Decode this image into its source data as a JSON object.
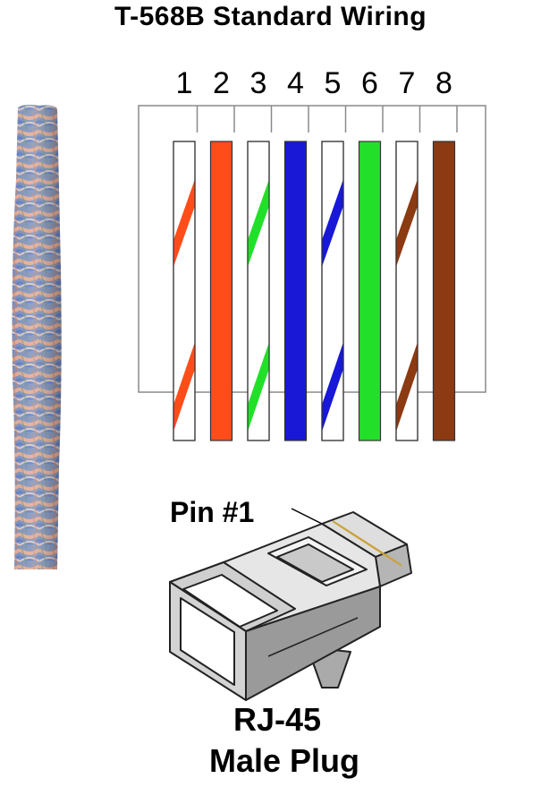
{
  "title": "T-568B Standard Wiring",
  "pins": [
    {
      "number": "1",
      "color": "#ff4d1a",
      "striped": true
    },
    {
      "number": "2",
      "color": "#ff4d1a",
      "striped": false
    },
    {
      "number": "3",
      "color": "#22e02a",
      "striped": true
    },
    {
      "number": "4",
      "color": "#1818d6",
      "striped": false
    },
    {
      "number": "5",
      "color": "#1818d6",
      "striped": true
    },
    {
      "number": "6",
      "color": "#22e02a",
      "striped": false
    },
    {
      "number": "7",
      "color": "#8b3a12",
      "striped": true
    },
    {
      "number": "8",
      "color": "#8b3a12",
      "striped": false
    }
  ],
  "plug": {
    "pin_label": "Pin #1",
    "name_line1": "RJ-45",
    "name_line2": "Male Plug"
  }
}
